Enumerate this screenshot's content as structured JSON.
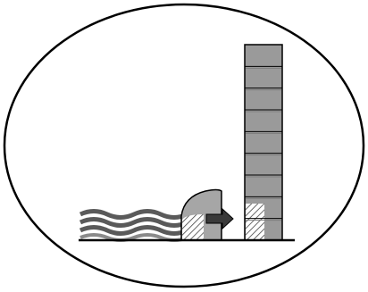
{
  "colors": {
    "background": "#ffffff",
    "outline": "#000000",
    "tower_fill": "#9a9a9a",
    "tower_stripe": "#7d7d7d",
    "bulge_fill": "#a6a6a6",
    "wave_dark": "#5a5a5a",
    "wave_light": "#c8c8c8",
    "arrow_fill": "#3a3a3a",
    "hatch": "#444444"
  },
  "icons": {
    "tower": "tall-segmented-tower",
    "arrow": "right-arrow-icon",
    "wave": "wavy-layers"
  },
  "tower": {
    "segment_count": 9
  }
}
